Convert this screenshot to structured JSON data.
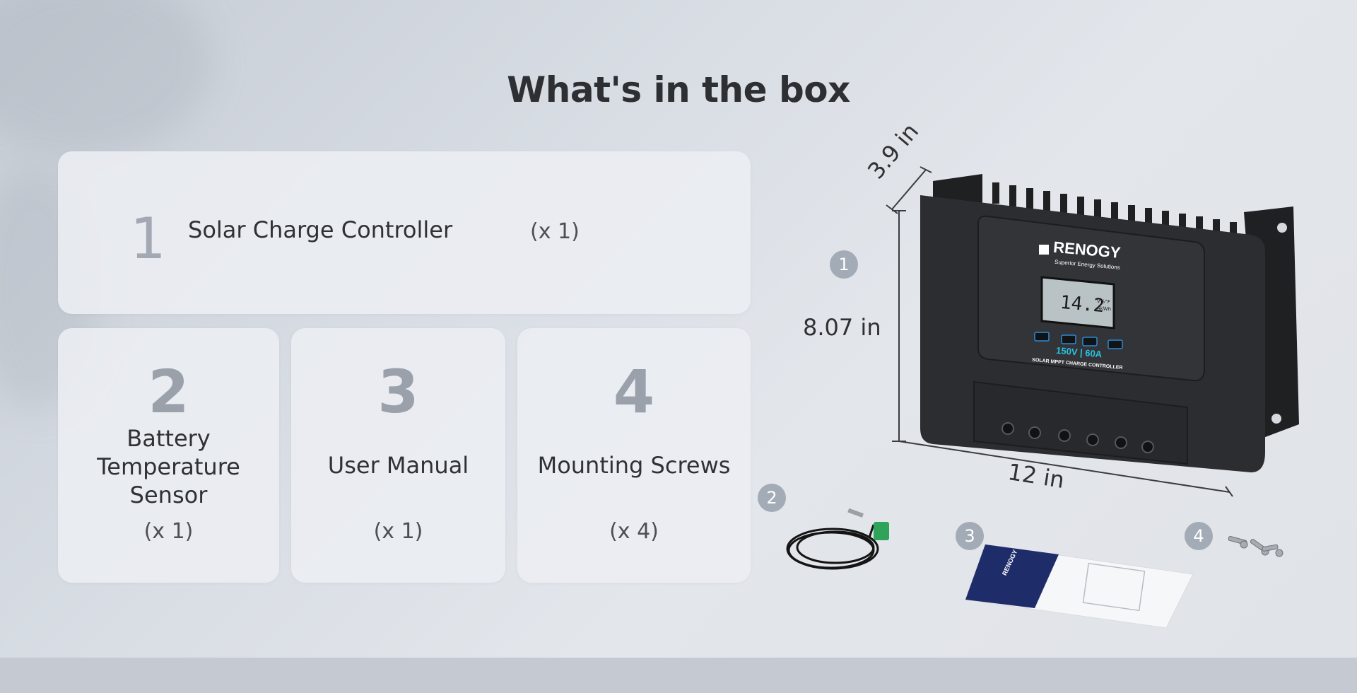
{
  "title": "What's in the box",
  "items": [
    {
      "number": "1",
      "name": "Solar Charge Controller",
      "quantity": "(x 1)"
    },
    {
      "number": "2",
      "name_lines": [
        "Battery",
        "Temperature",
        "Sensor"
      ],
      "quantity": "(x 1)"
    },
    {
      "number": "3",
      "name": "User Manual",
      "quantity": "(x 1)"
    },
    {
      "number": "4",
      "name": "Mounting Screws",
      "quantity": "(x 4)"
    }
  ],
  "dimensions": {
    "depth": "3.9 in",
    "height": "8.07 in",
    "width": "12 in"
  },
  "badges": [
    "1",
    "2",
    "3",
    "4"
  ],
  "controller": {
    "brand": "RENOGY",
    "tagline": "Superior Energy Solutions",
    "display_value": "14.2",
    "rating": "150V | 60A",
    "model_text": "SOLAR MPPT CHARGE CONTROLLER",
    "display_units": [
      "V%°F",
      "AkWh"
    ]
  },
  "manual": {
    "brand": "RENOGY"
  },
  "colors": {
    "badge": "#a3abb6",
    "controller_body": "#2b2d30",
    "number_gray": "#9aa1ab"
  }
}
